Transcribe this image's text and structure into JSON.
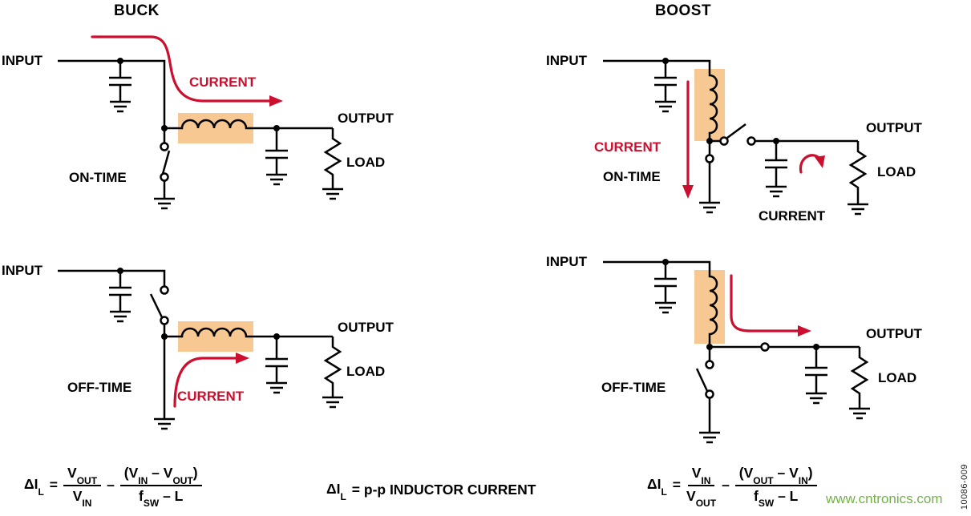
{
  "titles": {
    "buck": "BUCK",
    "boost": "BOOST"
  },
  "buck_on": {
    "input": "INPUT",
    "current": "CURRENT",
    "switch_label": "ON-TIME",
    "output": "OUTPUT",
    "load": "LOAD"
  },
  "buck_off": {
    "input": "INPUT",
    "current": "CURRENT",
    "switch_label": "OFF-TIME",
    "output": "OUTPUT",
    "load": "LOAD"
  },
  "boost_on": {
    "input": "INPUT",
    "current_inductor": "CURRENT",
    "switch_label": "ON-TIME",
    "output": "OUTPUT",
    "load": "LOAD",
    "current_load": "CURRENT"
  },
  "boost_off": {
    "input": "INPUT",
    "current": "CURRENT",
    "switch_label": "OFF-TIME",
    "output": "OUTPUT",
    "load": "LOAD"
  },
  "formula_buck": {
    "lhs": "ΔI",
    "lhs_sub": "L",
    "eq": "=",
    "num1": "V",
    "num1_sub": "OUT",
    "den1": "V",
    "den1_sub": "IN",
    "op": "–",
    "num2_p1": "(V",
    "num2_sub1": "IN",
    "num2_p2": " – V",
    "num2_sub2": "OUT",
    "num2_p3": ")",
    "den2_p1": "f",
    "den2_sub": "SW",
    "den2_p2": " – L"
  },
  "formula_center": {
    "lhs": "ΔI",
    "lhs_sub": "L",
    "rest": "= p-p INDUCTOR CURRENT"
  },
  "formula_boost": {
    "lhs": "ΔI",
    "lhs_sub": "L",
    "eq": "=",
    "num1": "V",
    "num1_sub": "IN",
    "den1": "V",
    "den1_sub": "OUT",
    "op": "–",
    "num2_p1": "(V",
    "num2_sub1": "OUT",
    "num2_p2": " – V",
    "num2_sub2": "IN",
    "num2_p3": ")",
    "den2_p1": "f",
    "den2_sub": "SW",
    "den2_p2": " – L"
  },
  "watermark": "www.cntronics.com",
  "figure_code": "10086-009",
  "colors": {
    "current_red": "#cc0f2f",
    "inductor_highlight": "#f8c893",
    "watermark_green": "#71b344",
    "line_black": "#000000"
  }
}
